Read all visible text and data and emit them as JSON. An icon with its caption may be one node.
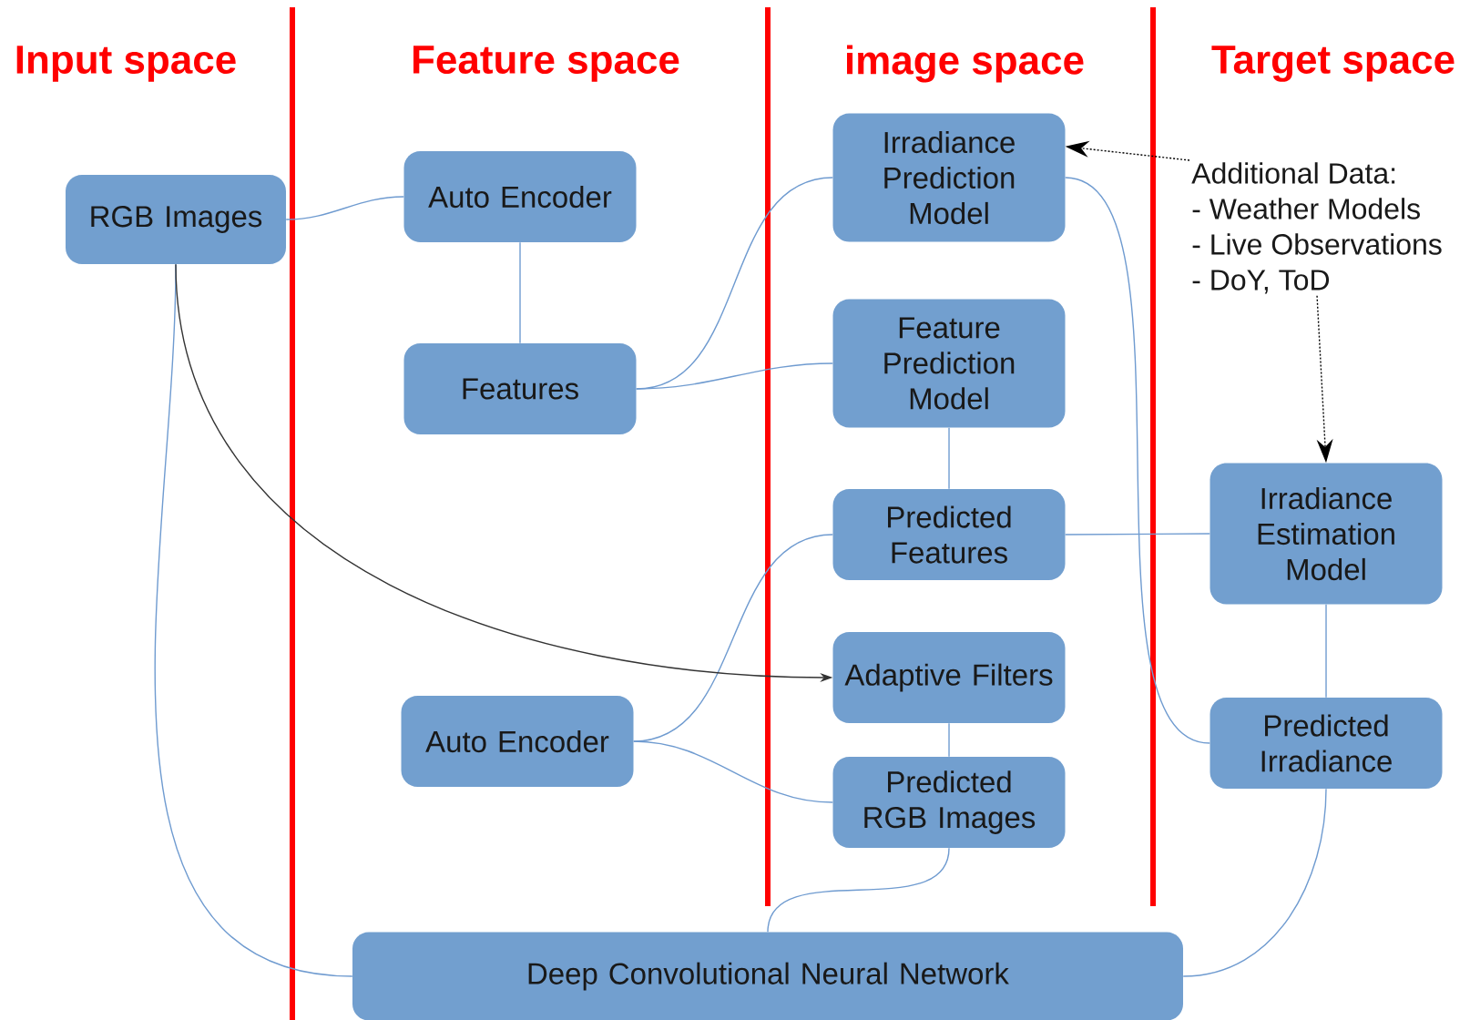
{
  "diagram": {
    "nodes": [
      {
        "text": [
          "RGB Images"
        ]
      },
      {
        "text": [
          "Auto Encoder"
        ]
      },
      {
        "text": [
          "Features"
        ]
      },
      {
        "text": [
          "Irradiance Prediction Model"
        ]
      },
      {
        "text": [
          "Feature Prediction Model"
        ]
      },
      {
        "text": [
          "Predicted Features"
        ]
      },
      {
        "text": [
          "Adaptive Filters"
        ]
      },
      {
        "text": [
          "Auto Encoder"
        ]
      },
      {
        "text": [
          "Predicted RGB Images"
        ]
      },
      {
        "text": [
          "Irradiance Estimation Model"
        ]
      },
      {
        "text": [
          "Predicted Irradiance"
        ]
      },
      {
        "text": [
          "Deep Convolutional Neural Network"
        ]
      },
      {
        "text": [
          "Additional Data:",
          "- Weather Models",
          "- Live Observations",
          "- DoY, ToD"
        ]
      }
    ],
    "edges": [
      {
        "from": 0,
        "to": 1,
        "arrow": "none"
      },
      {
        "from": 1,
        "to": 2,
        "arrow": "none"
      },
      {
        "from": 2,
        "to": 3,
        "arrow": "none"
      },
      {
        "from": 2,
        "to": 4,
        "arrow": "none"
      },
      {
        "from": 4,
        "to": 5,
        "arrow": "none"
      },
      {
        "from": 5,
        "to": 9,
        "arrow": "none"
      },
      {
        "from": 9,
        "to": 10,
        "arrow": "none"
      },
      {
        "from": 3,
        "to": 10,
        "arrow": "none"
      },
      {
        "from": 7,
        "to": 5,
        "arrow": "none"
      },
      {
        "from": 7,
        "to": 8,
        "arrow": "none"
      },
      {
        "from": 6,
        "to": 8,
        "arrow": "none"
      },
      {
        "from": 0,
        "to": 11,
        "arrow": "none"
      },
      {
        "from": 0,
        "to": 6,
        "arrow": "to",
        "color": "#333333"
      },
      {
        "from": 8,
        "to": 11,
        "arrow": "none"
      },
      {
        "from": 10,
        "to": 11,
        "arrow": "none"
      },
      {
        "from": 12,
        "to": 3,
        "arrow": "to",
        "style": "dashed",
        "color": "#000000"
      },
      {
        "from": 12,
        "to": 9,
        "arrow": "to",
        "style": "dashed",
        "color": "#000000"
      }
    ],
    "labels": [
      "Input space",
      "Feature space",
      "image space",
      "Target space"
    ]
  }
}
